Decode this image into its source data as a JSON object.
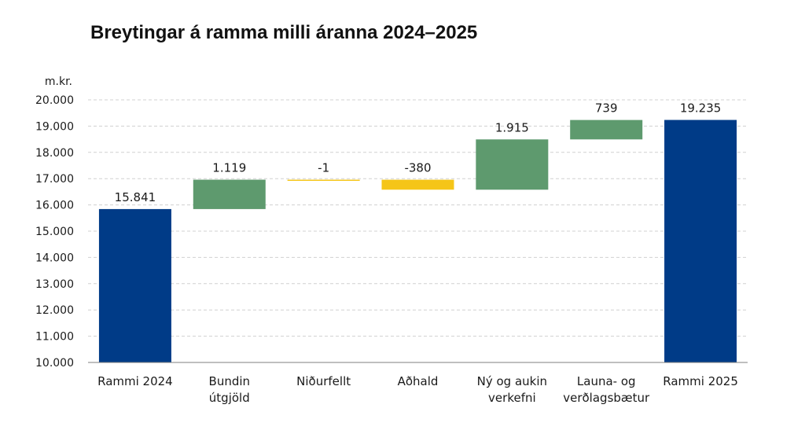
{
  "chart_data": {
    "type": "waterfall",
    "title": "Breytingar á ramma milli áranna 2024–2025",
    "ylabel": "m.kr.",
    "ylim": [
      10000,
      20000
    ],
    "yticks": [
      "10.000",
      "11.000",
      "12.000",
      "13.000",
      "14.000",
      "15.000",
      "16.000",
      "17.000",
      "18.000",
      "19.000",
      "20.000"
    ],
    "grid": true,
    "categories": [
      [
        "Rammi 2024"
      ],
      [
        "Bundin",
        "útgjöld"
      ],
      [
        "Niðurfellt"
      ],
      [
        "Aðhald"
      ],
      [
        "Ný og aukin",
        "verkefni"
      ],
      [
        "Launa- og",
        "verðlagsbætur"
      ],
      [
        "Rammi 2025"
      ]
    ],
    "values": [
      15841,
      1119,
      -1,
      -380,
      1915,
      739,
      19235
    ],
    "value_labels": [
      "15.841",
      "1.119",
      "-1",
      "-380",
      "1.915",
      "739",
      "19.235"
    ],
    "kinds": [
      "total",
      "increase",
      "decrease",
      "decrease",
      "increase",
      "increase",
      "total"
    ],
    "colors": {
      "total": "#003B87",
      "increase": "#5E9A6E",
      "decrease": "#F5C518"
    }
  }
}
